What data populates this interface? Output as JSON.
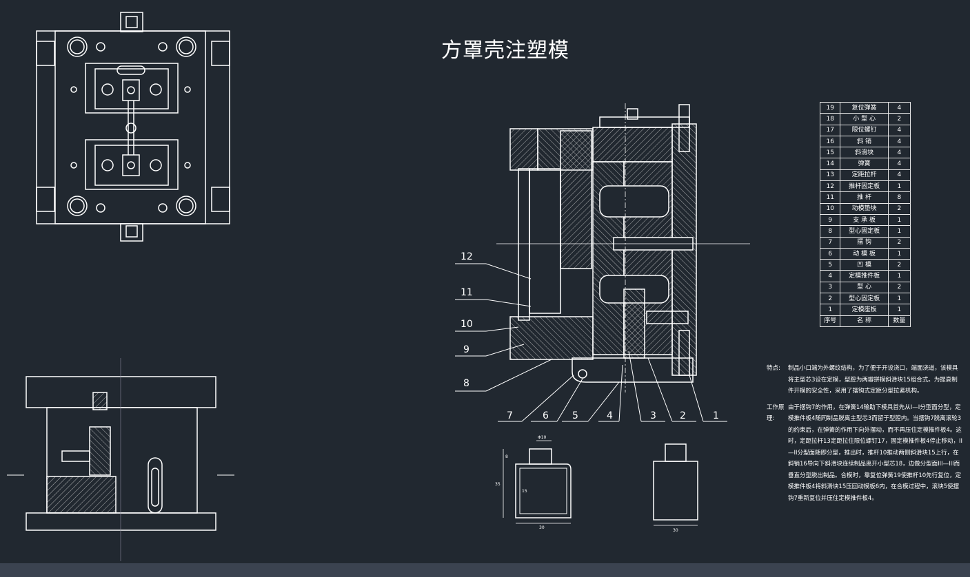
{
  "title": "方罩壳注塑模",
  "colors": {
    "background": "#212830",
    "line": "#ffffff",
    "status_bar": "#3b4350"
  },
  "bom": [
    {
      "no": "19",
      "name": "复位弹簧",
      "qty": "4"
    },
    {
      "no": "18",
      "name": "小 型 心",
      "qty": "2"
    },
    {
      "no": "17",
      "name": "限位螺钉",
      "qty": "4"
    },
    {
      "no": "16",
      "name": "斜 销",
      "qty": "4"
    },
    {
      "no": "15",
      "name": "斜滑块",
      "qty": "4"
    },
    {
      "no": "14",
      "name": "弹簧",
      "qty": "4"
    },
    {
      "no": "13",
      "name": "定距拉杆",
      "qty": "4"
    },
    {
      "no": "12",
      "name": "推杆固定板",
      "qty": "1"
    },
    {
      "no": "11",
      "name": "推 杆",
      "qty": "8"
    },
    {
      "no": "10",
      "name": "动模垫块",
      "qty": "2"
    },
    {
      "no": "9",
      "name": "支 承 板",
      "qty": "1"
    },
    {
      "no": "8",
      "name": "型心固定板",
      "qty": "1"
    },
    {
      "no": "7",
      "name": "摆 钩",
      "qty": "2"
    },
    {
      "no": "6",
      "name": "动 模 板",
      "qty": "1"
    },
    {
      "no": "5",
      "name": "凹 模",
      "qty": "2"
    },
    {
      "no": "4",
      "name": "定模推件板",
      "qty": "1"
    },
    {
      "no": "3",
      "name": "型 心",
      "qty": "2"
    },
    {
      "no": "2",
      "name": "型心固定板",
      "qty": "1"
    },
    {
      "no": "1",
      "name": "定模座板",
      "qty": "1"
    }
  ],
  "bom_header": {
    "no": "序号",
    "name": "名 称",
    "qty": "数量"
  },
  "callouts_left": [
    "12",
    "11",
    "10",
    "9",
    "8"
  ],
  "callouts_bottom": [
    "7",
    "6",
    "5",
    "4",
    "3",
    "2",
    "1"
  ],
  "notes": {
    "features_label": "特点:",
    "features_text": "制品小口端为外螺纹结构，为了便于开设浇口，端面浇道，该模具将主型芯3设在定模，型腔为两瓣拼模斜滑块15组合式。为提高制件开模的安全性，采用了摆钩式定距分型拉紧机构。",
    "principle_label": "工作原理:",
    "principle_text": "由于摆钩7的作用，在弹簧14输助下模具首先从I—I分型面分型，定模推件板4随同制品脱离主型芯3而留于型腔内。当摆钩7脱离滚轮3的约束后，在弹簧的作用下向外摆动，而不再压住定模推件板4。这时，定距拉杆13定距拉住限位螺钉17，固定模推件板4停止移动，II—II分型面随即分型，推出时，推杆10推动两侧斜滑块15上行，在斜销16导向下斜滑块连续制品离开小型芯18，边做分型面III—III而垂直分型脱出制品。合模时，靠复位弹簧19使推杆10先行复位，定模推件板4将斜滑块15压回动模板6内，在合模过程中，滚块5使摆钩7重新复位并压住定模推件板4。"
  },
  "dims": {
    "top_width": "Φ10",
    "body_width": "30",
    "height": "35",
    "small_h": "8",
    "mid": "15"
  }
}
